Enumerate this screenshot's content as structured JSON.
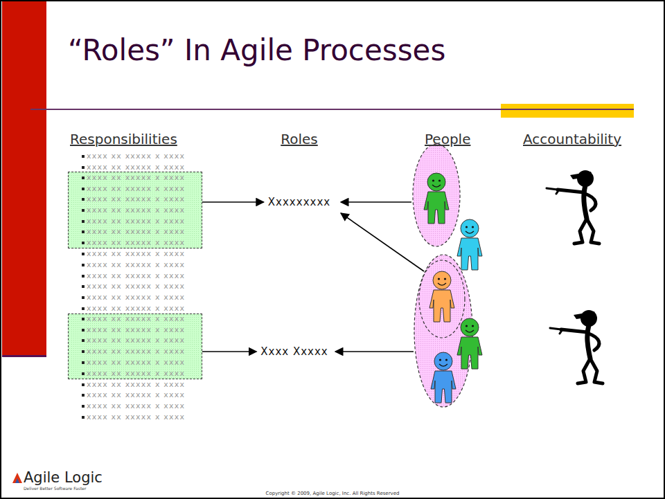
{
  "diagram": {
    "title": "“Roles” In Agile Processes",
    "nodes": [
      {
        "text": [
          "xxxx xx xxxxx x xxxx",
          "xxxx xx xxxxx x xxxx",
          "xxxx xx xxxxx x xxxx",
          "xxxx xx xxxxx x xxxx",
          "xxxx xx xxxxx x xxxx",
          "xxxx xx xxxxx x xxxx",
          "xxxx xx xxxxx x xxxx"
        ]
      },
      {
        "text": [
          "Xxxxxxxxx"
        ]
      },
      {
        "text": [
          "xxxx xx xxxxx x xxxx",
          "xxxx xx xxxxx x xxxx",
          "xxxx xx xxxxx x xxxx",
          "xxxx xx xxxxx x xxxx",
          "xxxx xx xxxxx x xxxx",
          "xxxx xx xxxxx x xxxx"
        ]
      },
      {
        "text": [
          "Xxxx Xxxxx"
        ]
      }
    ],
    "edges": [
      {
        "from": 0,
        "to": 1,
        "arrow": "to"
      },
      {
        "from": 2,
        "to": 3,
        "arrow": "to"
      }
    ],
    "labels": [
      "Responsibilities",
      "Roles",
      "People",
      "Accountability",
      "xxxx xx xxxxx x xxxx",
      "xxxx xx xxxxx x xxxx",
      "xxxx xx xxxxx x xxxx",
      "xxxx xx xxxxx x xxxx",
      "xxxx xx xxxxx x xxxx",
      "xxxx xx xxxxx x xxxx",
      "xxxx xx xxxxx x xxxx",
      "xxxx xx xxxxx x xxxx",
      "xxxx xx xxxxx x xxxx",
      "xxxx xx xxxxx x xxxx",
      "xxxx xx xxxxx x xxxx",
      "xxxx xx xxxxx x xxxx",
      "Agile Logic",
      "Deliver Better Software Faster",
      "Copyright © 2009, Agile Logic, Inc. All Rights Reserved"
    ]
  }
}
